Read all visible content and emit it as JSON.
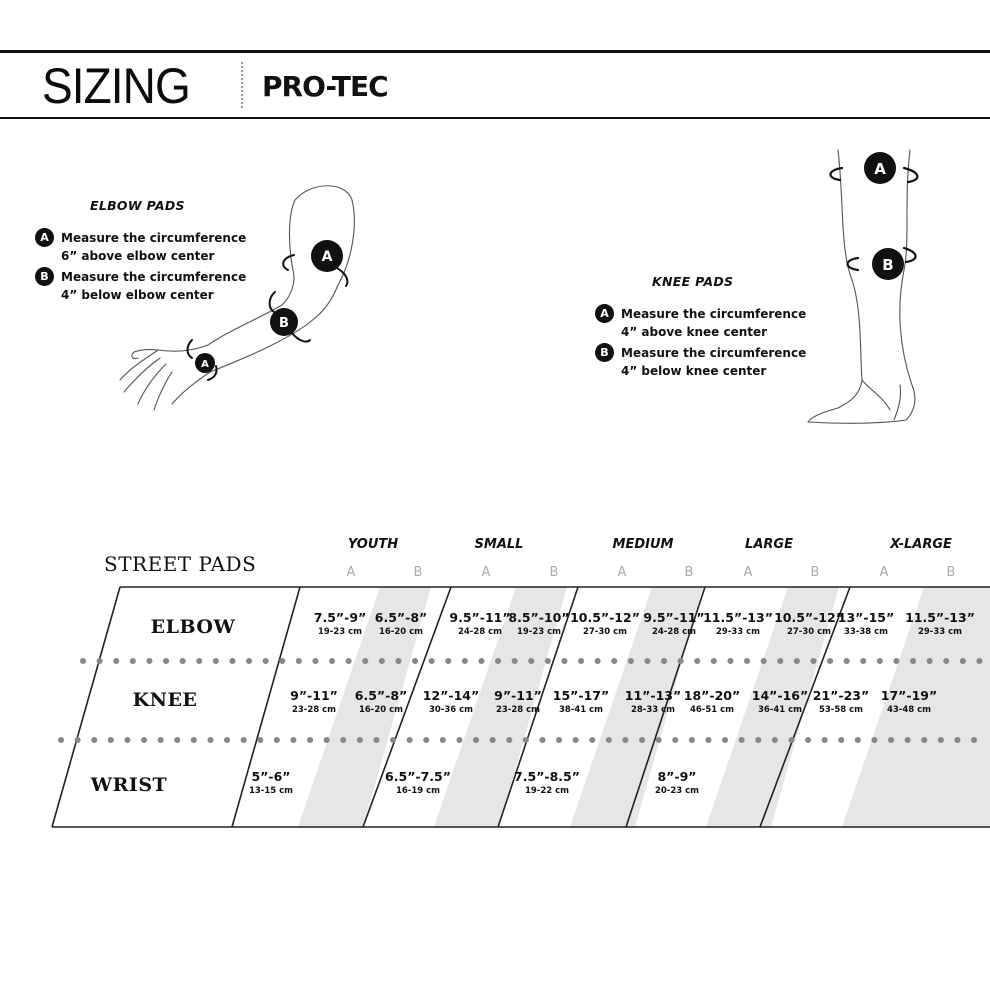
{
  "header": {
    "title": "SIZING",
    "brand": "PRO-TEC"
  },
  "elbow_pads": {
    "title": "ELBOW PADS",
    "steps": [
      {
        "badge": "A",
        "line1": "Measure the circumference",
        "line2": "6” above elbow center"
      },
      {
        "badge": "B",
        "line1": "Measure the circumference",
        "line2": "4” below elbow center"
      }
    ],
    "markers": {
      "upper": "A",
      "lower": "B",
      "wrist": "A"
    }
  },
  "knee_pads": {
    "title": "KNEE PADS",
    "steps": [
      {
        "badge": "A",
        "line1": "Measure the circumference",
        "line2": "4” above knee center"
      },
      {
        "badge": "B",
        "line1": "Measure the circumference",
        "line2": "4” below knee center"
      }
    ],
    "markers": {
      "upper": "A",
      "lower": "B"
    }
  },
  "table": {
    "title": "STREET PADS",
    "sizes": [
      "YOUTH",
      "SMALL",
      "MEDIUM",
      "LARGE",
      "X-LARGE"
    ],
    "col_letters": [
      "A",
      "B"
    ],
    "rows": [
      {
        "label": "ELBOW",
        "cells": [
          {
            "in": "7.5”-9”",
            "cm": "19-23 cm"
          },
          {
            "in": "6.5”-8”",
            "cm": "16-20 cm"
          },
          {
            "in": "9.5”-11”",
            "cm": "24-28 cm"
          },
          {
            "in": "8.5”-10”",
            "cm": "19-23 cm"
          },
          {
            "in": "10.5”-12”",
            "cm": "27-30 cm"
          },
          {
            "in": "9.5”-11”",
            "cm": "24-28 cm"
          },
          {
            "in": "11.5”-13”",
            "cm": "29-33 cm"
          },
          {
            "in": "10.5”-12”",
            "cm": "27-30 cm"
          },
          {
            "in": "13”-15”",
            "cm": "33-38 cm"
          },
          {
            "in": "11.5”-13”",
            "cm": "29-33 cm"
          }
        ]
      },
      {
        "label": "KNEE",
        "cells": [
          {
            "in": "9”-11”",
            "cm": "23-28 cm"
          },
          {
            "in": "6.5”-8”",
            "cm": "16-20 cm"
          },
          {
            "in": "12”-14”",
            "cm": "30-36 cm"
          },
          {
            "in": "9”-11”",
            "cm": "23-28 cm"
          },
          {
            "in": "15”-17”",
            "cm": "38-41 cm"
          },
          {
            "in": "11”-13”",
            "cm": "28-33 cm"
          },
          {
            "in": "18”-20”",
            "cm": "46-51 cm"
          },
          {
            "in": "14”-16”",
            "cm": "36-41 cm"
          },
          {
            "in": "21”-23”",
            "cm": "53-58 cm"
          },
          {
            "in": "17”-19”",
            "cm": "43-48 cm"
          }
        ]
      },
      {
        "label": "WRIST",
        "cells": [
          {
            "in": "5”-6”",
            "cm": "13-15 cm"
          },
          {
            "in": "6.5”-7.5”",
            "cm": "16-19 cm"
          },
          {
            "in": "7.5”-8.5”",
            "cm": "19-22 cm"
          },
          {
            "in": "8”-9”",
            "cm": "20-23 cm"
          }
        ]
      }
    ]
  }
}
